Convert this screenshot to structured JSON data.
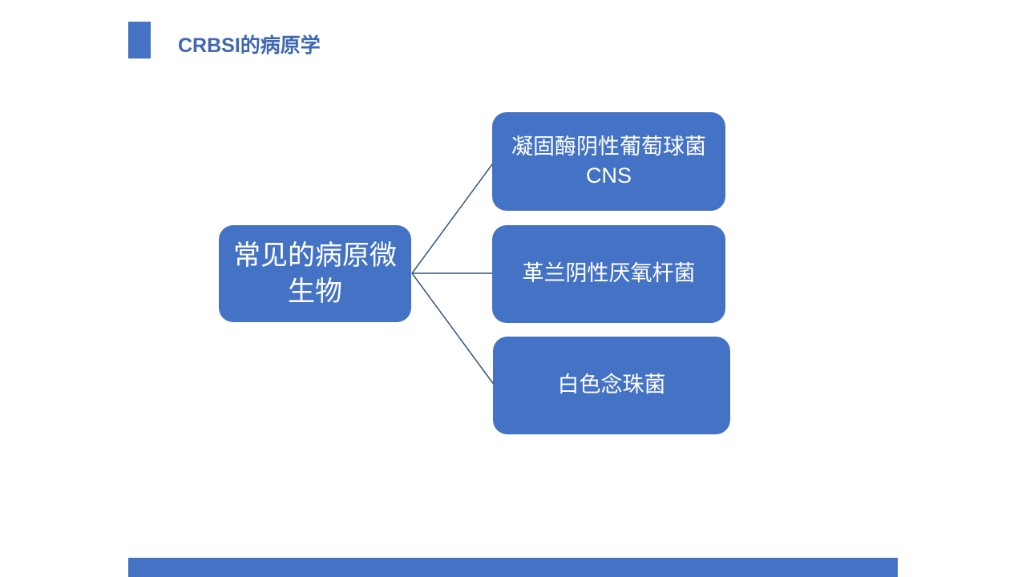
{
  "slide": {
    "title": "CRBSI的病原学",
    "diagram": {
      "root": {
        "label": "常见的病原微生物"
      },
      "children": [
        {
          "lines": [
            "凝固酶阴性葡萄球菌",
            "CNS"
          ]
        },
        {
          "lines": [
            "革兰阴性厌氧杆菌"
          ]
        },
        {
          "lines": [
            "白色念珠菌"
          ]
        }
      ]
    }
  },
  "colors": {
    "accent_blue": "#4472C4",
    "title_text_blue": "#3F68B1",
    "connector_blue": "#35567D",
    "box_text_white": "#FFFFFF",
    "background_white": "#FFFFFF"
  }
}
